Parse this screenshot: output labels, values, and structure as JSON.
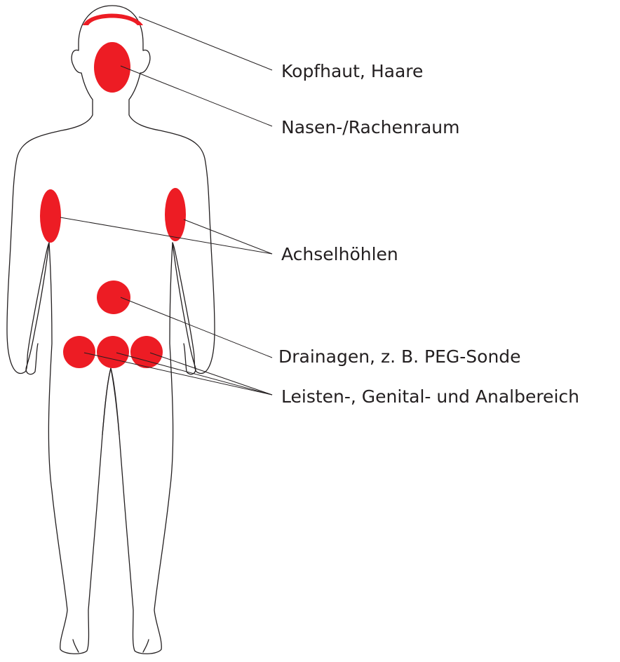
{
  "accent_color": "#ed1c24",
  "outline_color": "#231f20",
  "labels": {
    "scalp": "Kopfhaut, Haare",
    "nasopharynx": "Nasen-/Rachenraum",
    "armpits": "Achselhöhlen",
    "drains": "Drainagen, z. B. PEG-Sonde",
    "groin": "Leisten-, Genital- und Analbereich"
  }
}
